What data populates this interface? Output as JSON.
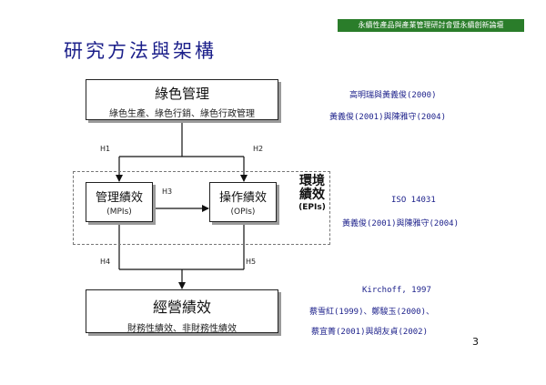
{
  "banner": "永續性產品與產業管理研討會暨永續創新論壇",
  "slide_title": "研究方法與架構",
  "diagram": {
    "green_mgmt": {
      "title": "綠色管理",
      "subtitle": "綠色生產、綠色行銷、綠色行政管理"
    },
    "mgmt_perf": {
      "title": "管理績效",
      "subtitle": "(MPIs)"
    },
    "op_perf": {
      "title": "操作績效",
      "subtitle": "(OPIs)"
    },
    "env_perf": {
      "line1": "環境",
      "line2": "績效",
      "abbr": "(EPIs)"
    },
    "biz_perf": {
      "title": "經營績效",
      "subtitle": "財務性績效、非財務性績效"
    },
    "hypotheses": {
      "h1": "H1",
      "h2": "H2",
      "h3": "H3",
      "h4": "H4",
      "h5": "H5"
    }
  },
  "references": {
    "green": [
      "高明瑞與黃義俊(2000)",
      "黃義俊(2001)與陳雅守(2004)"
    ],
    "env": [
      "ISO 14031",
      "黃義俊(2001)與陳雅守(2004)"
    ],
    "biz": [
      "Kirchoff, 1997",
      "蔡雪紅(1999)、鄭駿玉(2000)、",
      "蔡宜菁(2001)與胡友貞(2002)"
    ]
  },
  "page_number": "3",
  "colors": {
    "banner_bg": "#2a7d2a",
    "title": "#1b1f8a",
    "reference_text": "#1b1f8a"
  }
}
